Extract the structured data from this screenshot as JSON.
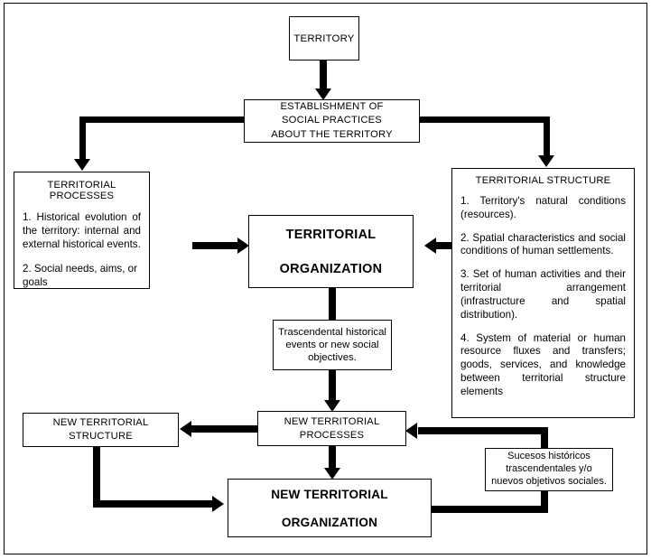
{
  "diagram": {
    "title_text": "Territorial organization flow diagram",
    "stroke_color": "#000000",
    "background_color": "#ffffff",
    "boxes": {
      "territory": {
        "label": "TERRITORY"
      },
      "establishment": {
        "line1": "ESTABLISHMENT OF",
        "line2": "SOCIAL PRACTICES",
        "line3": "ABOUT THE TERRITORY"
      },
      "territorial_processes": {
        "heading": "TERRITORIAL PROCESSES",
        "item1": "1. Historical evolution of the territory: internal and external historical events.",
        "item2": "2. Social needs, aims, or goals"
      },
      "territorial_organization": {
        "line1": "TERRITORIAL",
        "line2": "ORGANIZATION"
      },
      "territorial_structure": {
        "heading": "TERRITORIAL STRUCTURE",
        "item1": "1. Territory's natural conditions (resources).",
        "item2": "2. Spatial characteristics and social conditions of human settlements.",
        "item3": "3. Set of human activities and their territorial arrangement (infrastructure and spatial distribution).",
        "item4": "4. System of material or human resource fluxes and transfers; goods, services, and knowledge between territorial structure elements"
      },
      "trascendental": {
        "text": "Trascendental historical events or new social objectives."
      },
      "new_territorial_structure": {
        "line1": "NEW TERRITORIAL",
        "line2": "STRUCTURE"
      },
      "new_territorial_processes": {
        "line1": "NEW TERRITORIAL",
        "line2": "PROCESSES"
      },
      "sucesos": {
        "text": "Sucesos históricos trascendentales y/o nuevos objetivos sociales."
      },
      "new_territorial_organization": {
        "line1": "NEW TERRITORIAL",
        "line2": "ORGANIZATION"
      }
    },
    "connectors": [
      {
        "name": "territory-to-establishment",
        "from": "territory",
        "to": "establishment",
        "style": "straight-down"
      },
      {
        "name": "establishment-to-processes",
        "from": "establishment",
        "to": "territorial_processes",
        "style": "elbow-left-down"
      },
      {
        "name": "establishment-to-structure",
        "from": "establishment",
        "to": "territorial_structure",
        "style": "elbow-right-down"
      },
      {
        "name": "processes-to-organization",
        "from": "territorial_processes",
        "to": "territorial_organization",
        "style": "straight-right"
      },
      {
        "name": "structure-to-organization",
        "from": "territorial_structure",
        "to": "territorial_organization",
        "style": "straight-left"
      },
      {
        "name": "organization-to-trascendental",
        "from": "territorial_organization",
        "to": "trascendental",
        "style": "straight-down"
      },
      {
        "name": "trascendental-to-new-processes",
        "from": "trascendental",
        "to": "new_territorial_processes",
        "style": "straight-down"
      },
      {
        "name": "new-processes-to-new-structure",
        "from": "new_territorial_processes",
        "to": "new_territorial_structure",
        "style": "straight-left"
      },
      {
        "name": "new-structure-to-new-organization",
        "from": "new_territorial_structure",
        "to": "new_territorial_organization",
        "style": "elbow-down-right"
      },
      {
        "name": "new-processes-to-new-organization",
        "from": "new_territorial_processes",
        "to": "new_territorial_organization",
        "style": "straight-down"
      },
      {
        "name": "new-organization-to-new-processes",
        "from": "new_territorial_organization",
        "to": "new_territorial_processes",
        "style": "elbow-right-up-left"
      }
    ]
  }
}
